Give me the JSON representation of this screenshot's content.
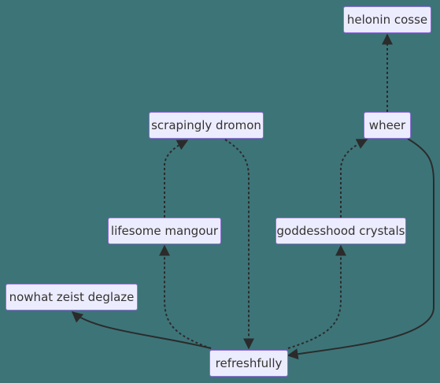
{
  "colors": {
    "background": "#3d7478",
    "node_fill": "#ececff",
    "node_border": "#9370db",
    "node_text": "#333333",
    "edge": "#2b2b2b"
  },
  "nodes": {
    "helonin_cosse": "helonin cosse",
    "wheer": "wheer",
    "scrapingly_dromon": "scrapingly dromon",
    "lifesome_mangour": "lifesome mangour",
    "goddesshood_crystals": "goddesshood crystals",
    "nowhat_zeist_deglaze": "nowhat zeist deglaze",
    "refreshfully": "refreshfully"
  },
  "edges": [
    {
      "from": "refreshfully",
      "to": "nowhat_zeist_deglaze",
      "style": "solid"
    },
    {
      "from": "refreshfully",
      "to": "lifesome_mangour",
      "style": "dotted"
    },
    {
      "from": "lifesome_mangour",
      "to": "scrapingly_dromon",
      "style": "dotted"
    },
    {
      "from": "scrapingly_dromon",
      "to": "refreshfully",
      "style": "dotted"
    },
    {
      "from": "refreshfully",
      "to": "goddesshood_crystals",
      "style": "dotted"
    },
    {
      "from": "goddesshood_crystals",
      "to": "wheer",
      "style": "dotted"
    },
    {
      "from": "wheer",
      "to": "helonin_cosse",
      "style": "dotted"
    },
    {
      "from": "wheer",
      "to": "refreshfully",
      "style": "solid"
    }
  ]
}
